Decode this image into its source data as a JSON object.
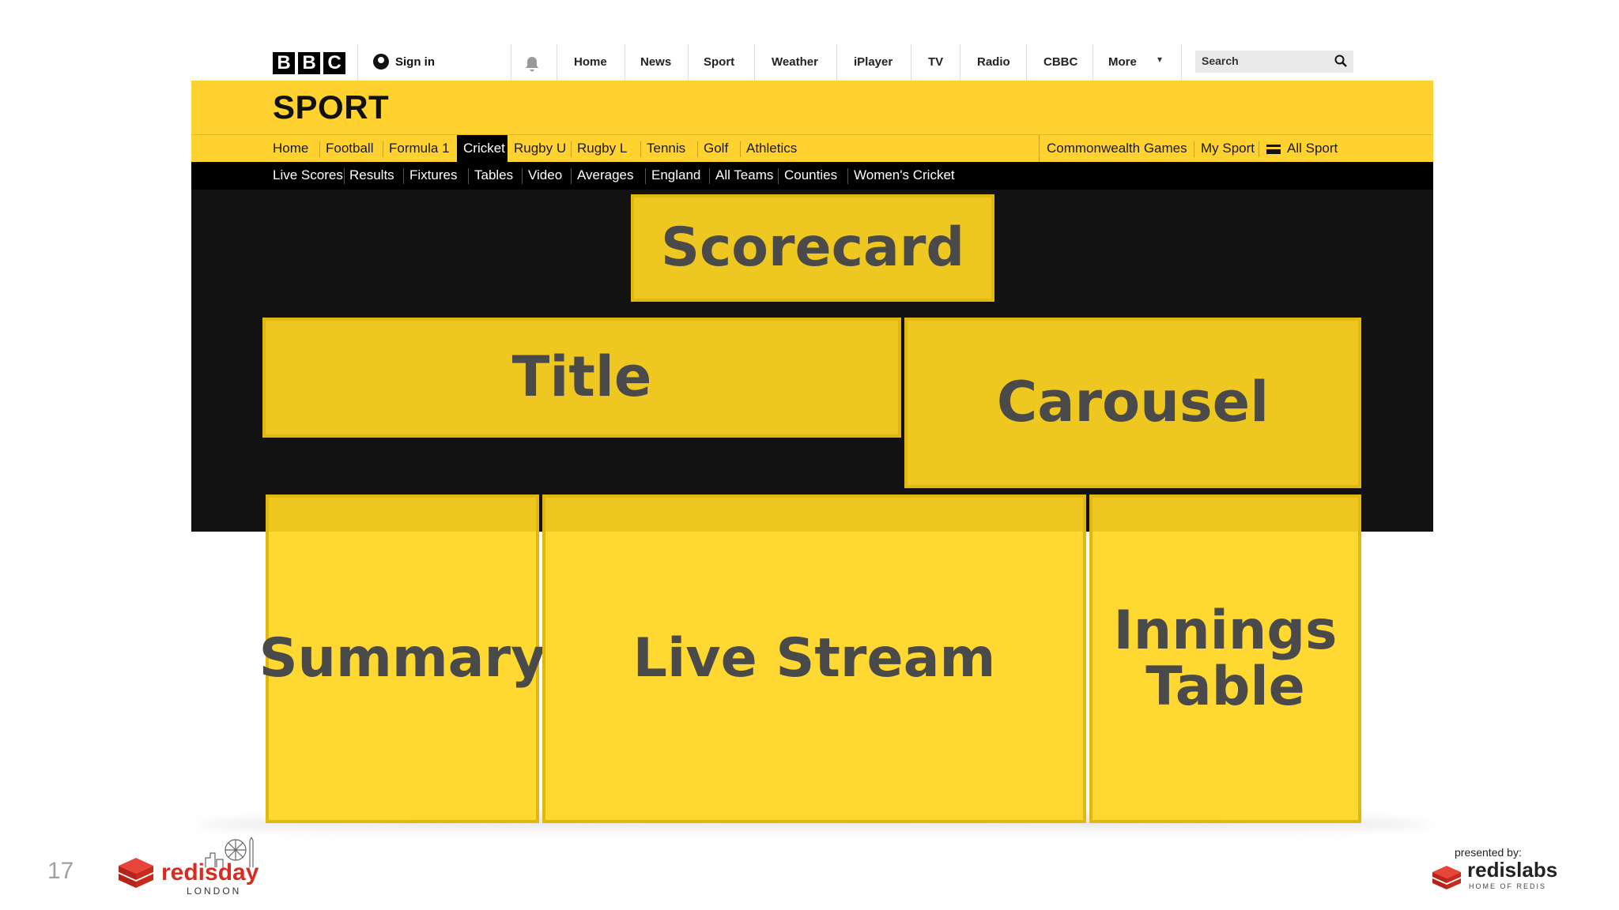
{
  "slide": {
    "page_number": "17"
  },
  "bbc_header": {
    "logo_letters": [
      "B",
      "B",
      "C"
    ],
    "sign_in": "Sign in",
    "nav": [
      "Home",
      "News",
      "Sport",
      "Weather",
      "iPlayer",
      "TV",
      "Radio",
      "CBBC",
      "More"
    ],
    "search_placeholder": "Search"
  },
  "sport": {
    "title": "SPORT",
    "nav": [
      "Home",
      "Football",
      "Formula 1",
      "Cricket",
      "Rugby U",
      "Rugby L",
      "Tennis",
      "Golf",
      "Athletics"
    ],
    "active_tab": "Cricket",
    "nav_right": [
      "Commonwealth Games",
      "My Sport",
      "All Sport"
    ],
    "sub_nav": [
      "Live Scores",
      "Results",
      "Fixtures",
      "Tables",
      "Video",
      "Averages",
      "England",
      "All Teams",
      "Counties",
      "Women's Cricket"
    ]
  },
  "regions": {
    "scorecard": "Scorecard",
    "title": "Title",
    "carousel": "Carousel",
    "summary": "Summary",
    "live_stream": "Live Stream",
    "innings_line1": "Innings",
    "innings_line2": "Table"
  },
  "footer": {
    "redisday_brand": "redisday",
    "redisday_city": "LONDON",
    "presented_by": "presented by:",
    "redislabs_brand": "redislabs",
    "redislabs_tagline": "HOME OF REDIS"
  },
  "colors": {
    "bbc_sport_yellow": "#ffd230",
    "overlay_yellow": "#ffd621",
    "redis_red": "#d82c20"
  }
}
